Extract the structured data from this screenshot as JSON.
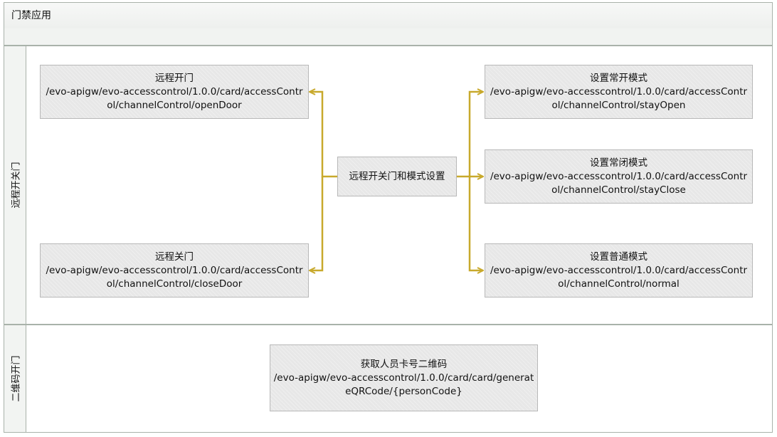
{
  "header": {
    "title": "门禁应用"
  },
  "lanes": {
    "remote": {
      "label": "远程开关门"
    },
    "qr": {
      "label": "二维码开门"
    }
  },
  "nodes": {
    "center": {
      "title": "远程开关门和模式设置"
    },
    "open_door": {
      "title": "远程开门",
      "path": "/evo-apigw/evo-accesscontrol/1.0.0/card/accessControl/channelControl/openDoor"
    },
    "close_door": {
      "title": "远程关门",
      "path": "/evo-apigw/evo-accesscontrol/1.0.0/card/accessControl/channelControl/closeDoor"
    },
    "stay_open": {
      "title": "设置常开模式",
      "path": "/evo-apigw/evo-accesscontrol/1.0.0/card/accessControl/channelControl/stayOpen"
    },
    "stay_close": {
      "title": "设置常闭模式",
      "path": "/evo-apigw/evo-accesscontrol/1.0.0/card/accessControl/channelControl/stayClose"
    },
    "normal": {
      "title": "设置普通模式",
      "path": "/evo-apigw/evo-accesscontrol/1.0.0/card/accessControl/channelControl/normal"
    },
    "qr_code": {
      "title": "获取人员卡号二维码",
      "path": "/evo-apigw/evo-accesscontrol/1.0.0/card/card/generateQRCode/{personCode}"
    }
  },
  "colors": {
    "connector": "#c8a92c",
    "border": "#a9b2aa",
    "box": "#e7e7e7"
  }
}
